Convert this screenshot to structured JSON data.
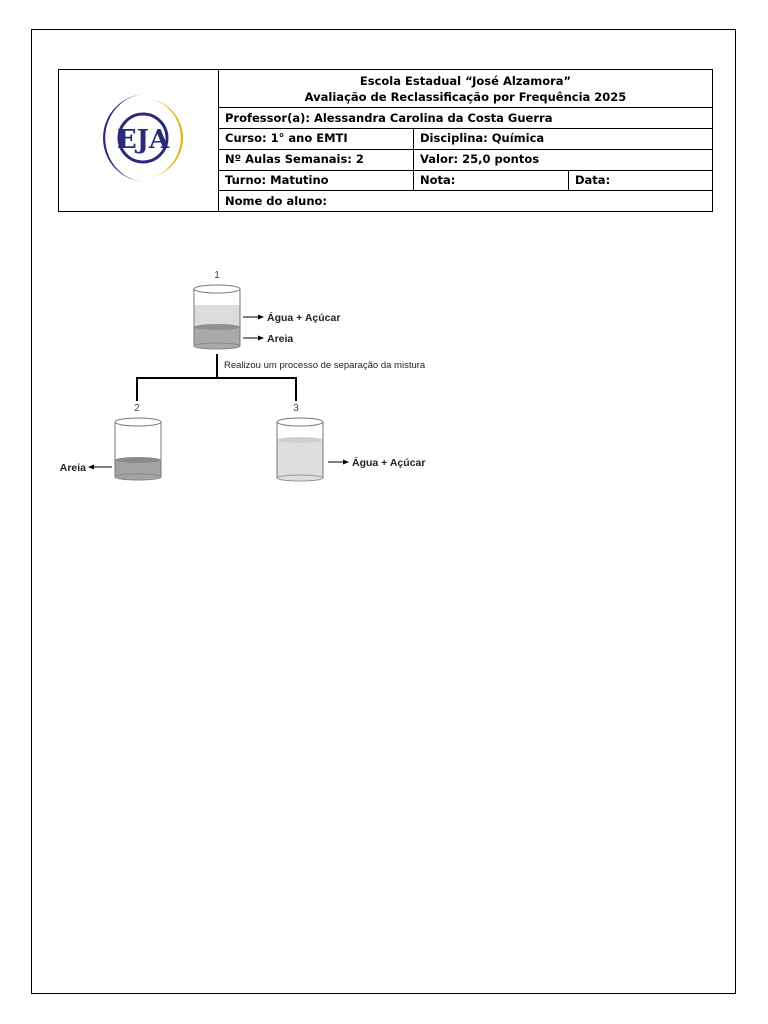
{
  "header": {
    "school": "Escola Estadual “José Alzamora”",
    "exam": "Avaliação de Reclassificação por Frequência 2025",
    "professor": "Professor(a): Alessandra Carolina da Costa Guerra",
    "curso": "Curso: 1° ano EMTI",
    "disciplina": "Disciplina: Química",
    "aulas": "Nº Aulas Semanais: 2",
    "valor": "Valor: 25,0 pontos",
    "turno": "Turno: Matutino",
    "nota": "Nota:",
    "data": "Data:",
    "aluno": "Nome do aluno:"
  },
  "logo": {
    "text": "EJA",
    "colors": {
      "navy": "#2b2a7a",
      "gold": "#e6b21e"
    }
  },
  "diagram": {
    "beaker1_label": "1",
    "beaker2_label": "2",
    "beaker3_label": "3",
    "label_agua_acucar_1": "Água + Açúcar",
    "label_areia_1": "Areia",
    "process_text": "Realizou um processo de separação da mistura",
    "label_areia_2": "Areia",
    "label_agua_acucar_3": "Água + Açúcar"
  }
}
